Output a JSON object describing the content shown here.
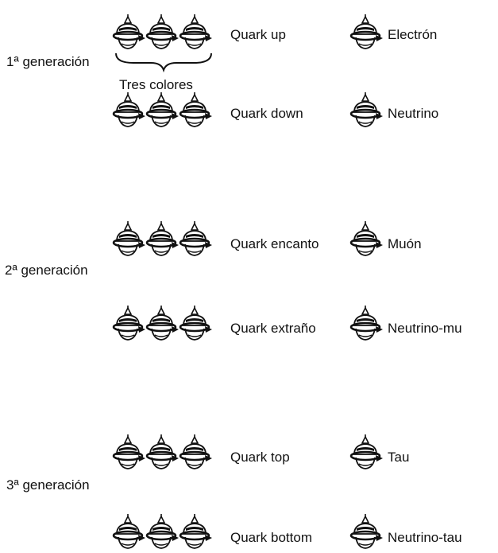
{
  "generations": [
    {
      "label": "1ª generación",
      "quark_up": "Quark up",
      "quark_down": "Quark down",
      "lepton_charged": "Electrón",
      "lepton_neutral": "Neutrino"
    },
    {
      "label": "2ª generación",
      "quark_up": "Quark encanto",
      "quark_down": "Quark extraño",
      "lepton_charged": "Muón",
      "lepton_neutral": "Neutrino-mu"
    },
    {
      "label": "3ª generación",
      "quark_up": "Quark top",
      "quark_down": "Quark bottom",
      "lepton_charged": "Tau",
      "lepton_neutral": "Neutrino-tau"
    }
  ],
  "colors_label": "Tres colores",
  "spin_icon": "spinning-top-icon",
  "ink_color": "#111111"
}
